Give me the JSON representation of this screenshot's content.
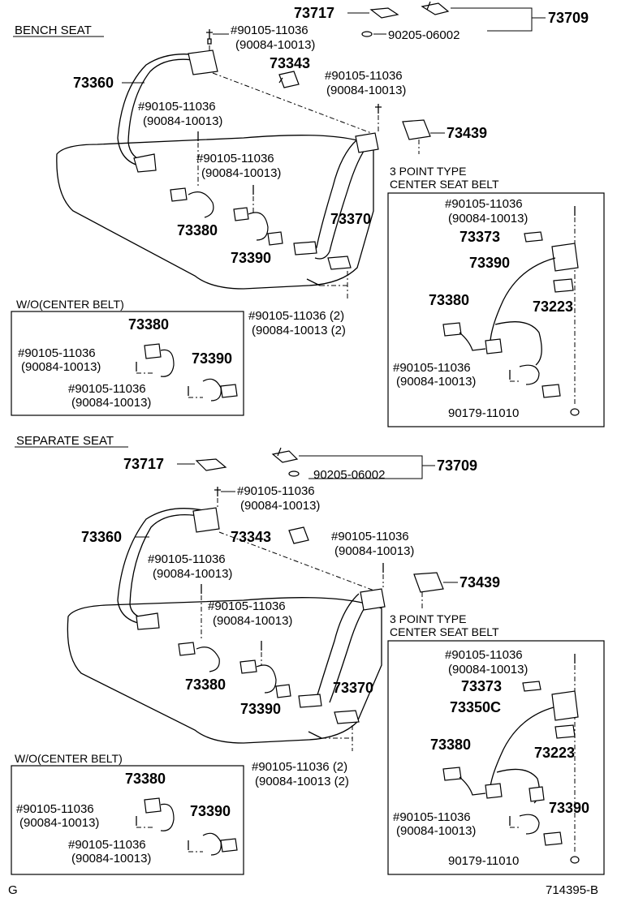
{
  "bench": {
    "title": "BENCH  SEAT",
    "p73717": "73717",
    "p73709": "73709",
    "p90205": "90205-06002",
    "p73360": "73360",
    "p73343": "73343",
    "p73439": "73439",
    "p73380": "73380",
    "p73390": "73390",
    "p73370": "73370",
    "bolt_a": "#90105-11036",
    "bolt_a2": "(90084-10013)",
    "bolt_b": "#90105-11036",
    "bolt_b2": "(90084-10013)",
    "bolt_c": "#90105-11036",
    "bolt_c2": "(90084-10013)",
    "bolt_d": "#90105-11036",
    "bolt_d2": "(90084-10013)",
    "bolt_e": "#90105-11036 (2)",
    "bolt_e2": "(90084-10013 (2)",
    "center_title1": "3 POINT TYPE",
    "center_title2": "CENTER SEAT BELT",
    "c_bolt": "#90105-11036",
    "c_bolt2": "(90084-10013)",
    "c73373": "73373",
    "c73390": "73390",
    "c73223": "73223",
    "c73380": "73380",
    "c_bolt_b": "#90105-11036",
    "c_bolt_b2": "(90084-10013)",
    "c90179": "90179-11010",
    "wo_title": "W/O(CENTER BELT)",
    "wo73380": "73380",
    "wo73390": "73390",
    "wo_bolt": "#90105-11036",
    "wo_bolt2": "(90084-10013)",
    "wo_bolt_b": "#90105-11036",
    "wo_bolt_b2": "(90084-10013)"
  },
  "separate": {
    "title": "SEPARATE  SEAT",
    "p73717": "73717",
    "p73709": "73709",
    "p90205": "90205-06002",
    "p73360": "73360",
    "p73343": "73343",
    "p73439": "73439",
    "p73380": "73380",
    "p73390": "73390",
    "p73370": "73370",
    "bolt_a": "#90105-11036",
    "bolt_a2": "(90084-10013)",
    "bolt_b": "#90105-11036",
    "bolt_b2": "(90084-10013)",
    "bolt_c": "#90105-11036",
    "bolt_c2": "(90084-10013)",
    "bolt_d": "#90105-11036",
    "bolt_d2": "(90084-10013)",
    "bolt_e": "#90105-11036 (2)",
    "bolt_e2": "(90084-10013 (2)",
    "center_title1": "3 POINT TYPE",
    "center_title2": "CENTER SEAT BELT",
    "c_bolt": "#90105-11036",
    "c_bolt2": "(90084-10013)",
    "c73373": "73373",
    "c73350": "73350C",
    "c73223": "73223",
    "c73380": "73380",
    "c73390": "73390",
    "c_bolt_b": "#90105-11036",
    "c_bolt_b2": "(90084-10013)",
    "c90179": "90179-11010",
    "wo_title": "W/O(CENTER BELT)",
    "wo73380": "73380",
    "wo73390": "73390",
    "wo_bolt": "#90105-11036",
    "wo_bolt2": "(90084-10013)",
    "wo_bolt_b": "#90105-11036",
    "wo_bolt_b2": "(90084-10013)"
  },
  "footer": {
    "left": "G",
    "right": "714395-B"
  }
}
